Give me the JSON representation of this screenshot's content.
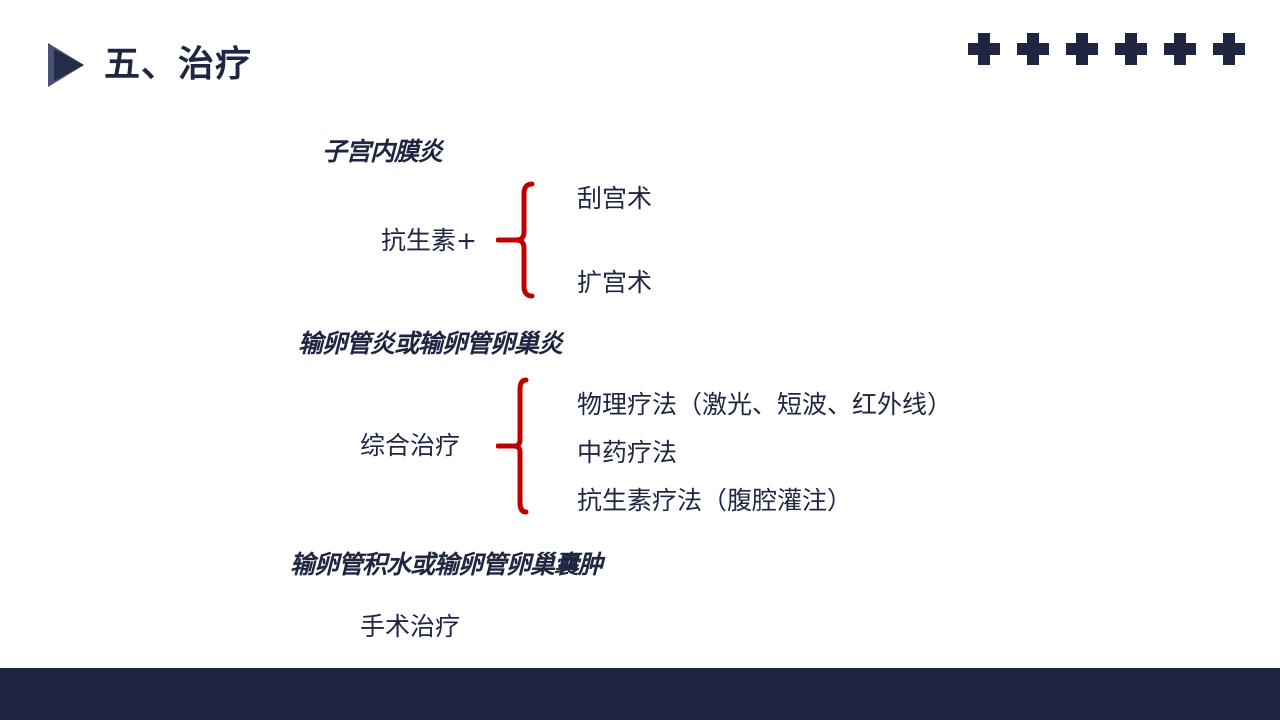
{
  "header": {
    "title": "五、治疗",
    "play_icon": "play-triangle-icon",
    "decoration": {
      "icon": "plus-icon",
      "count": 6
    }
  },
  "sections": [
    {
      "heading": "子宫内膜炎",
      "lead": "抗生素+",
      "bracket_icon": "curly-brace-icon",
      "items": [
        "刮宫术",
        "扩宫术"
      ]
    },
    {
      "heading": "输卵管炎或输卵管卵巢炎",
      "lead": "综合治疗",
      "bracket_icon": "curly-brace-icon",
      "items": [
        "物理疗法（激光、短波、红外线）",
        "中药疗法",
        "抗生素疗法（腹腔灌注）"
      ]
    },
    {
      "heading": "输卵管积水或输卵管卵巢囊肿",
      "lead": "手术治疗",
      "items": []
    }
  ],
  "colors": {
    "navy": "#1e2642",
    "bracket_red": "#c00000",
    "background": "#ffffff"
  }
}
